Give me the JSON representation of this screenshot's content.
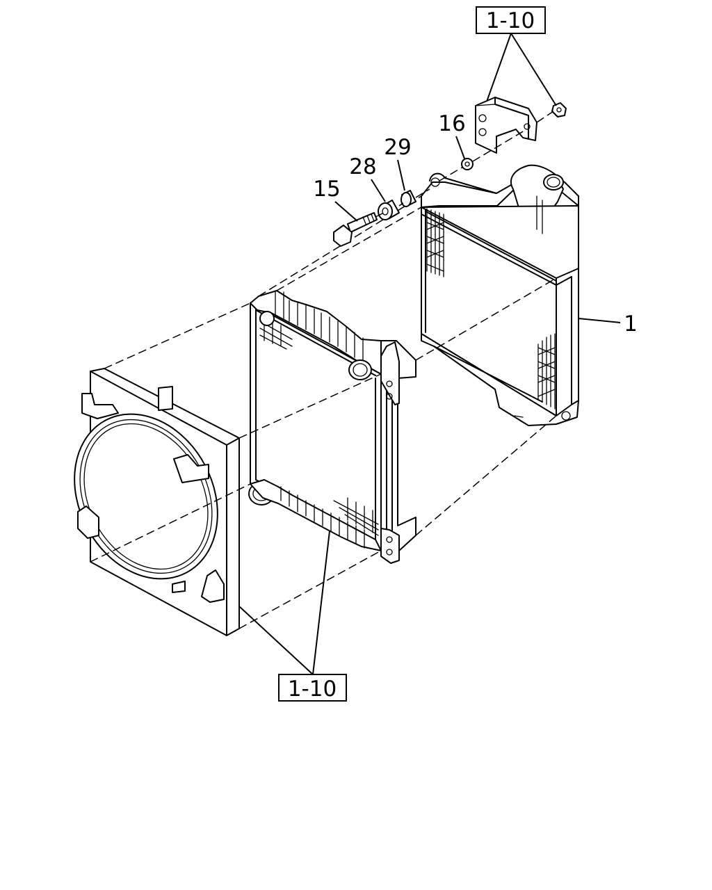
{
  "callouts": {
    "ref_top": "1-10",
    "ref_bottom": "1-10",
    "part_1": "1",
    "part_15": "15",
    "part_16": "16",
    "part_28": "28",
    "part_29": "29"
  }
}
